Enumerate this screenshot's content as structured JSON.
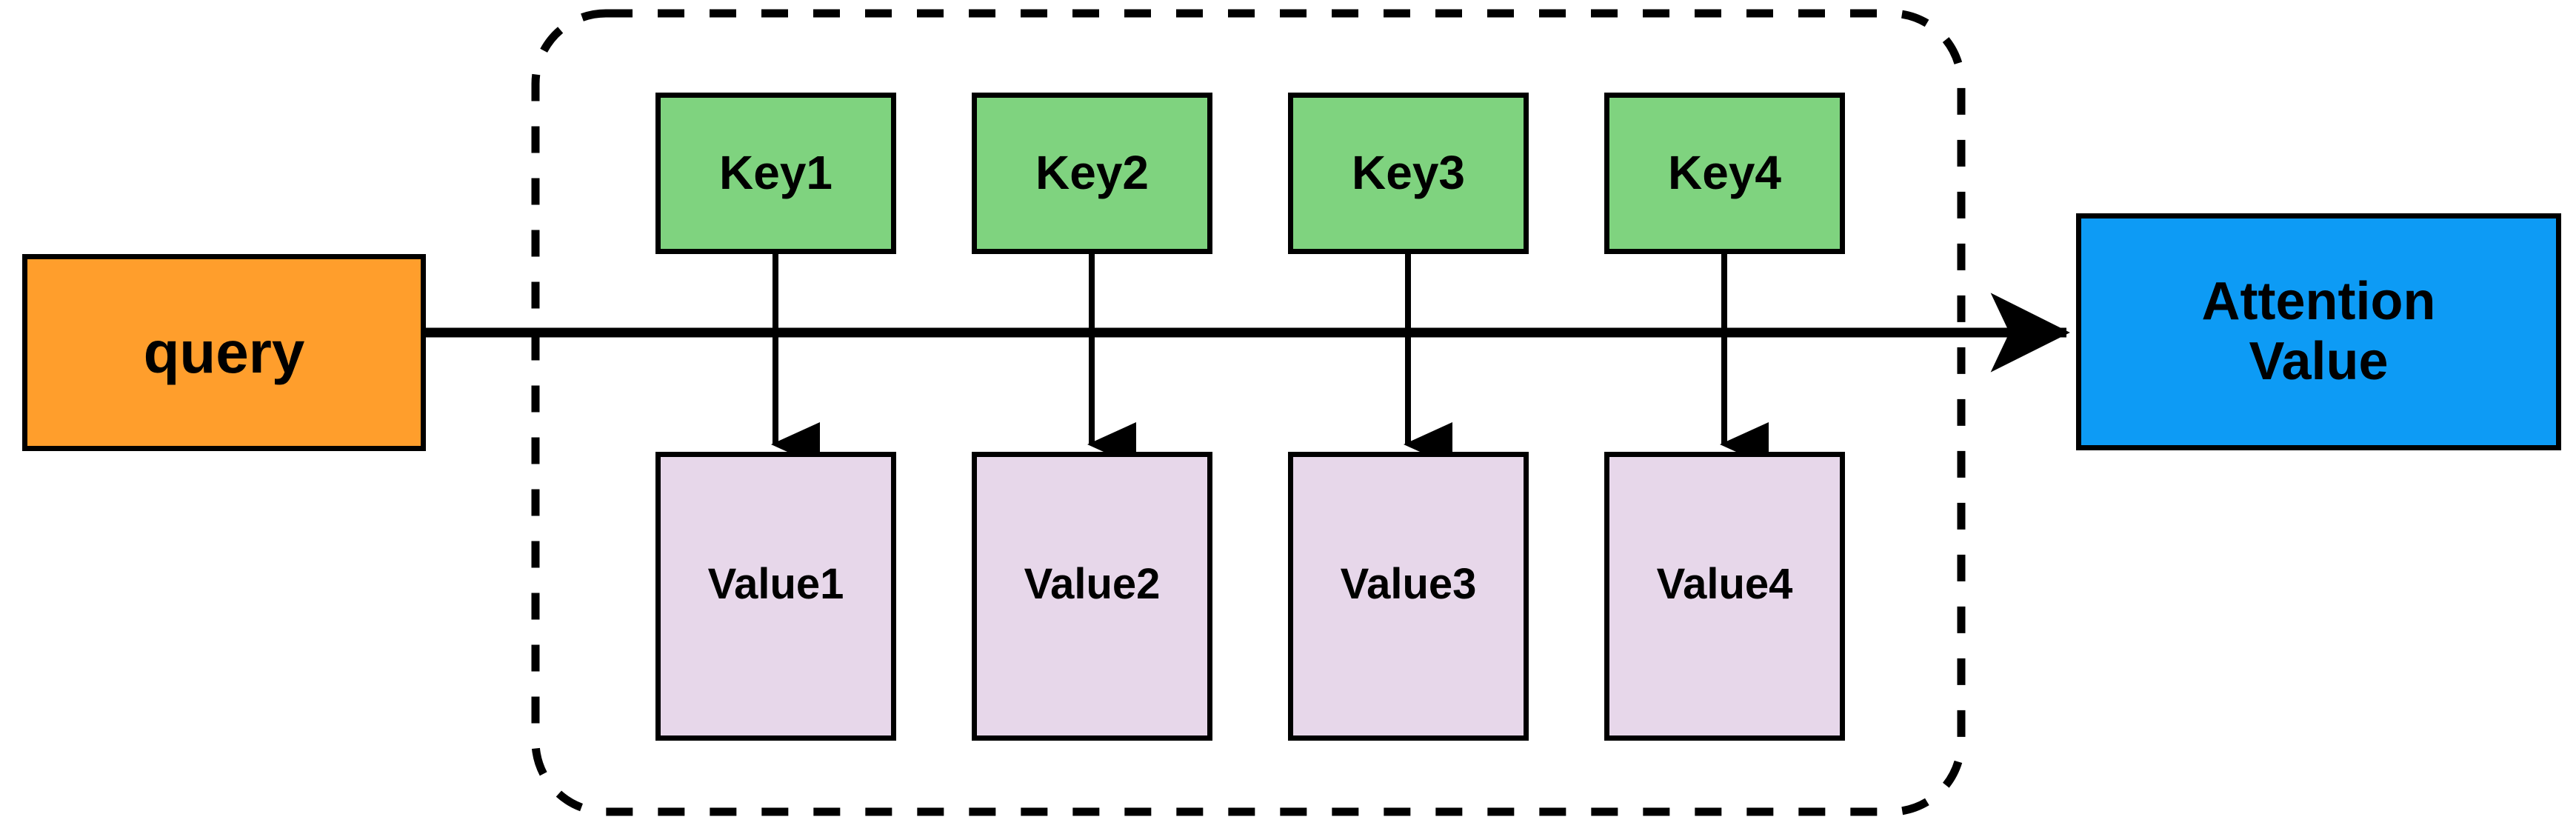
{
  "diagram": {
    "title": "Attention mechanism query-key-value diagram",
    "background_color": "#FFFFFF",
    "stroke_color": "#000000"
  },
  "query": {
    "label": "query",
    "color": "#FF9E2C"
  },
  "group": {
    "name": "key-value-memory-group",
    "border_style": "dashed",
    "border_color": "#000000"
  },
  "keys": {
    "color": "#7FD37F",
    "items": [
      {
        "label": "Key1"
      },
      {
        "label": "Key2"
      },
      {
        "label": "Key3"
      },
      {
        "label": "Key4"
      }
    ]
  },
  "values": {
    "color": "#E7D7EA",
    "items": [
      {
        "label": "Value1"
      },
      {
        "label": "Value2"
      },
      {
        "label": "Value3"
      },
      {
        "label": "Value4"
      }
    ]
  },
  "output": {
    "color": "#0D9BF5",
    "line1": "Attention",
    "line2": "Value"
  },
  "connectors": {
    "query_to_output": "query-to-attention-value-arrow",
    "key_to_value": [
      "key1-to-value1-arrow",
      "key2-to-value2-arrow",
      "key3-to-value3-arrow",
      "key4-to-value4-arrow"
    ]
  }
}
